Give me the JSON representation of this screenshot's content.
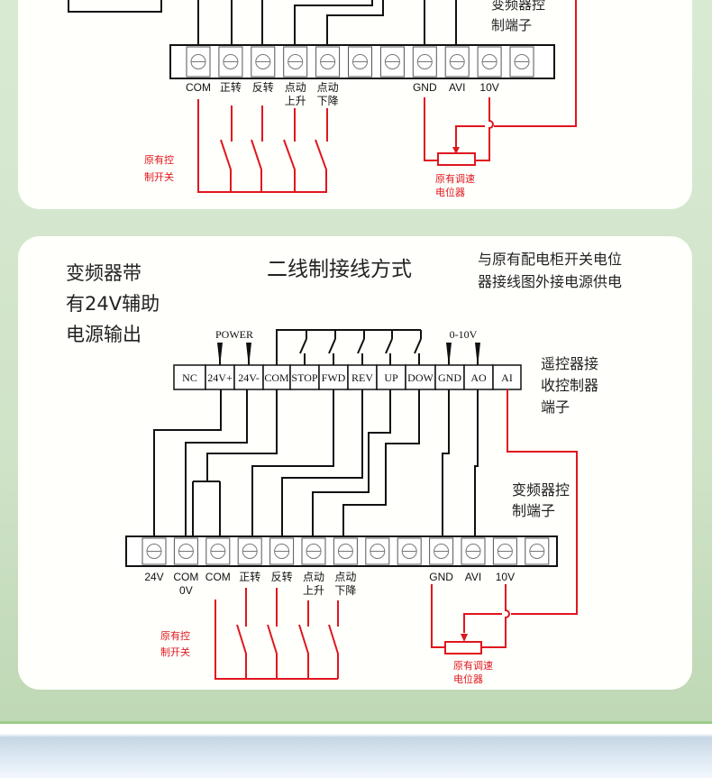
{
  "panel1": {
    "terminals": [
      "COM",
      "正转",
      "反转",
      "点动\n上升",
      "点动\n下降",
      "",
      "",
      "GND",
      "AVI",
      "10V",
      ""
    ],
    "inverter_label": [
      "变频器控",
      "制端子"
    ],
    "switch_label": [
      "原有控",
      "制开关"
    ],
    "pot_label": [
      "原有调速",
      "电位器"
    ]
  },
  "panel2": {
    "title": "二线制接线方式",
    "left_note": [
      "变频器带",
      "有24V辅助",
      "电源输出"
    ],
    "right_note": [
      "与原有配电柜开关电位",
      "器接线图外接电源供电"
    ],
    "power_label": "POWER",
    "voltage_label": "0-10V",
    "remote_terminals": [
      "NC",
      "24V+",
      "24V-",
      "COM",
      "STOP",
      "FWD",
      "REV",
      "UP",
      "DOW",
      "GND",
      "AO",
      "AI"
    ],
    "remote_label": [
      "遥控器接",
      "收控制器",
      "端子"
    ],
    "inverter_terminals": [
      "24V",
      "COM\n0V",
      "COM",
      "正转",
      "反转",
      "点动\n上升",
      "点动\n下降",
      "",
      "",
      "GND",
      "AVI",
      "10V",
      ""
    ],
    "inverter_label": [
      "变频器控",
      "制端子"
    ],
    "switch_label": [
      "原有控",
      "制开关"
    ],
    "pot_label": [
      "原有调速",
      "电位器"
    ]
  },
  "colors": {
    "wire": "#111111",
    "signal": "#e0161e",
    "background": "#cfe3c7",
    "card": "#fffffb"
  }
}
